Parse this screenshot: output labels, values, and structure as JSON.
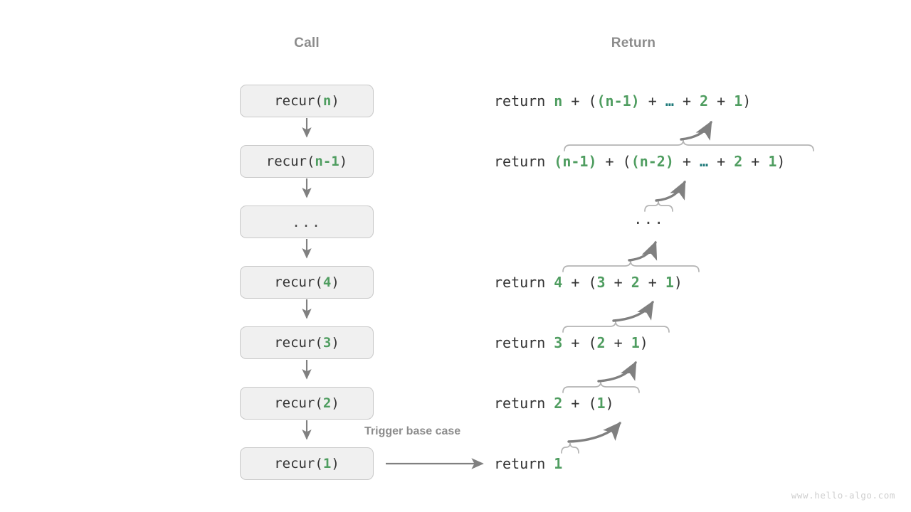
{
  "headers": {
    "call": "Call",
    "return": "Return"
  },
  "colors": {
    "green": "#4f9d60",
    "teal": "#1f7a7a",
    "text": "#333333",
    "gray_label": "#8c8c8c",
    "box_fill": "#f0f0f0",
    "box_border": "#c9c9c9",
    "arrow": "#808080",
    "brace": "#b4b4b4",
    "watermark": "#cfcfcf"
  },
  "call_stack": [
    {
      "prefix": "recur(",
      "arg": "n",
      "suffix": ")",
      "dots": false
    },
    {
      "prefix": "recur(",
      "arg": "n-1",
      "suffix": ")",
      "dots": false
    },
    {
      "prefix": "",
      "arg": "",
      "suffix": "",
      "dots": true,
      "text": "..."
    },
    {
      "prefix": "recur(",
      "arg": "4",
      "suffix": ")",
      "dots": false
    },
    {
      "prefix": "recur(",
      "arg": "3",
      "suffix": ")",
      "dots": false
    },
    {
      "prefix": "recur(",
      "arg": "2",
      "suffix": ")",
      "dots": false
    },
    {
      "prefix": "recur(",
      "arg": "1",
      "suffix": ")",
      "dots": false
    }
  ],
  "returns": [
    {
      "keyword": "return ",
      "tokens": [
        {
          "t": "n",
          "c": "g"
        },
        {
          "t": " + (",
          "c": "op"
        },
        {
          "t": "(n-1)",
          "c": "g"
        },
        {
          "t": " + ",
          "c": "op"
        },
        {
          "t": "…",
          "c": "el"
        },
        {
          "t": " + ",
          "c": "op"
        },
        {
          "t": "2",
          "c": "g"
        },
        {
          "t": " + ",
          "c": "op"
        },
        {
          "t": "1",
          "c": "g"
        },
        {
          "t": ")",
          "c": "op"
        }
      ],
      "plain": "return n + ((n-1) + … + 2 + 1)"
    },
    {
      "keyword": "return ",
      "tokens": [
        {
          "t": "(n-1)",
          "c": "g"
        },
        {
          "t": " + (",
          "c": "op"
        },
        {
          "t": "(n-2)",
          "c": "g"
        },
        {
          "t": " + ",
          "c": "op"
        },
        {
          "t": "…",
          "c": "el"
        },
        {
          "t": " + ",
          "c": "op"
        },
        {
          "t": "2",
          "c": "g"
        },
        {
          "t": " + ",
          "c": "op"
        },
        {
          "t": "1",
          "c": "g"
        },
        {
          "t": ")",
          "c": "op"
        }
      ],
      "plain": "return (n-1) + ((n-2) + … + 2 + 1)"
    },
    {
      "keyword": "return ",
      "tokens": [
        {
          "t": "4",
          "c": "g"
        },
        {
          "t": " + (",
          "c": "op"
        },
        {
          "t": "3",
          "c": "g"
        },
        {
          "t": " + ",
          "c": "op"
        },
        {
          "t": "2",
          "c": "g"
        },
        {
          "t": " + ",
          "c": "op"
        },
        {
          "t": "1",
          "c": "g"
        },
        {
          "t": ")",
          "c": "op"
        }
      ],
      "plain": "return 4 + (3 + 2 + 1)"
    },
    {
      "keyword": "return ",
      "tokens": [
        {
          "t": "3",
          "c": "g"
        },
        {
          "t": " + (",
          "c": "op"
        },
        {
          "t": "2",
          "c": "g"
        },
        {
          "t": " + ",
          "c": "op"
        },
        {
          "t": "1",
          "c": "g"
        },
        {
          "t": ")",
          "c": "op"
        }
      ],
      "plain": "return 3 + (2 + 1)"
    },
    {
      "keyword": "return ",
      "tokens": [
        {
          "t": "2",
          "c": "g"
        },
        {
          "t": " + (",
          "c": "op"
        },
        {
          "t": "1",
          "c": "g"
        },
        {
          "t": ")",
          "c": "op"
        }
      ],
      "plain": "return 2 + (1)"
    },
    {
      "keyword": "return ",
      "tokens": [
        {
          "t": "1",
          "c": "g"
        }
      ],
      "plain": "return 1"
    }
  ],
  "middle_ellipsis": "...",
  "trigger_label": "Trigger base case",
  "watermark": "www.hello-algo.com"
}
